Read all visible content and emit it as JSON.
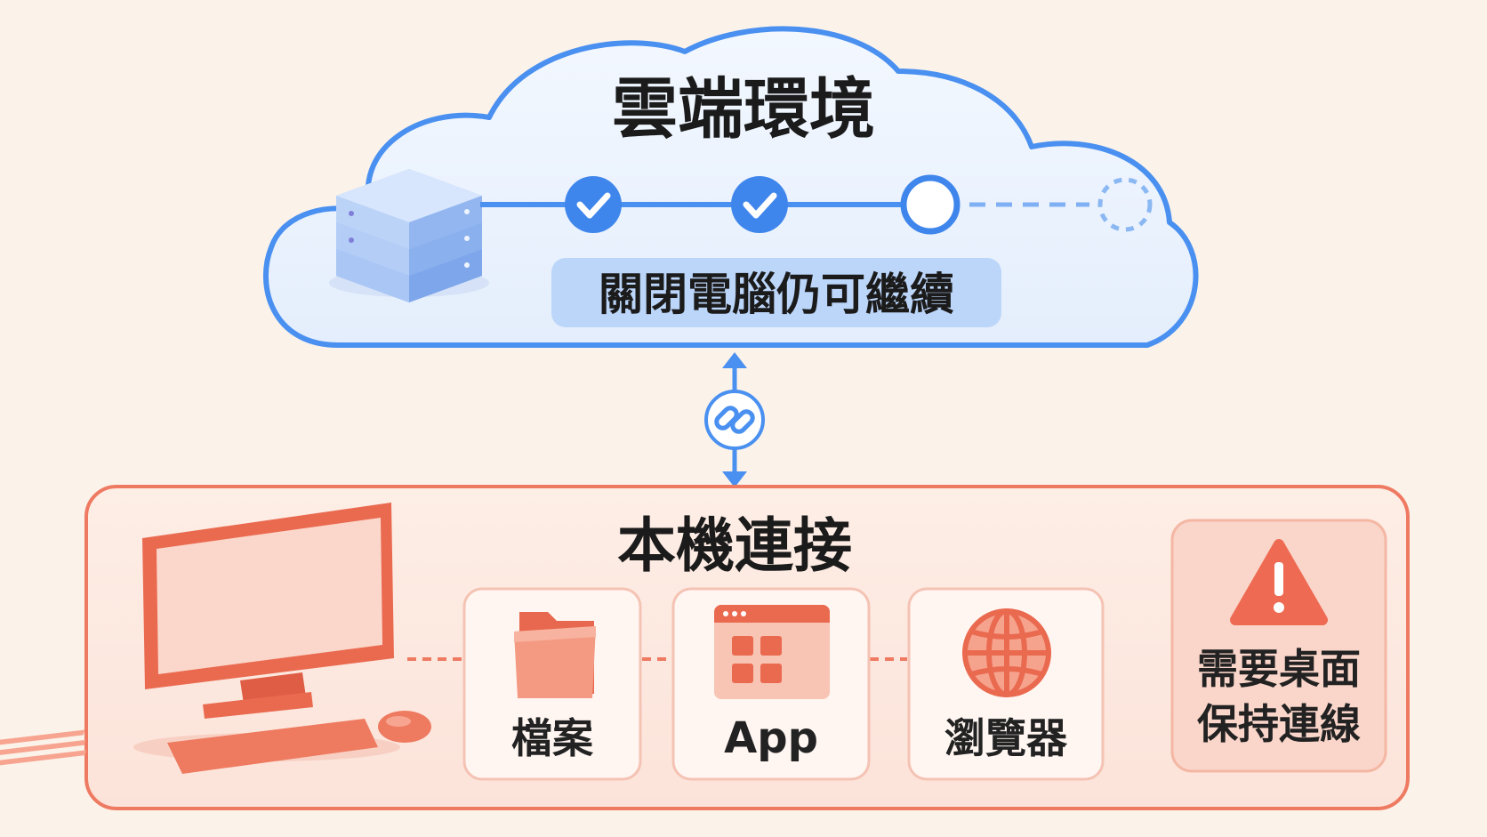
{
  "cloud": {
    "title": "雲端環境",
    "caption": "關閉電腦仍可繼續",
    "steps": [
      {
        "state": "done"
      },
      {
        "state": "done"
      },
      {
        "state": "current"
      },
      {
        "state": "pending"
      }
    ]
  },
  "connector": {
    "icon": "link-icon"
  },
  "local": {
    "title": "本機連接",
    "items": [
      {
        "label": "檔案",
        "icon": "folder-icon"
      },
      {
        "label": "App",
        "icon": "app-window-icon"
      },
      {
        "label": "瀏覽器",
        "icon": "globe-icon"
      }
    ],
    "warning": {
      "line1": "需要桌面",
      "line2": "保持連線",
      "icon": "warning-icon"
    }
  },
  "colors": {
    "cloud_stroke": "#4a90f0",
    "cloud_fill": "#eaf2fe",
    "local_stroke": "#ef7a62",
    "local_fill": "#fde9e1",
    "accent_red": "#f06c55"
  }
}
